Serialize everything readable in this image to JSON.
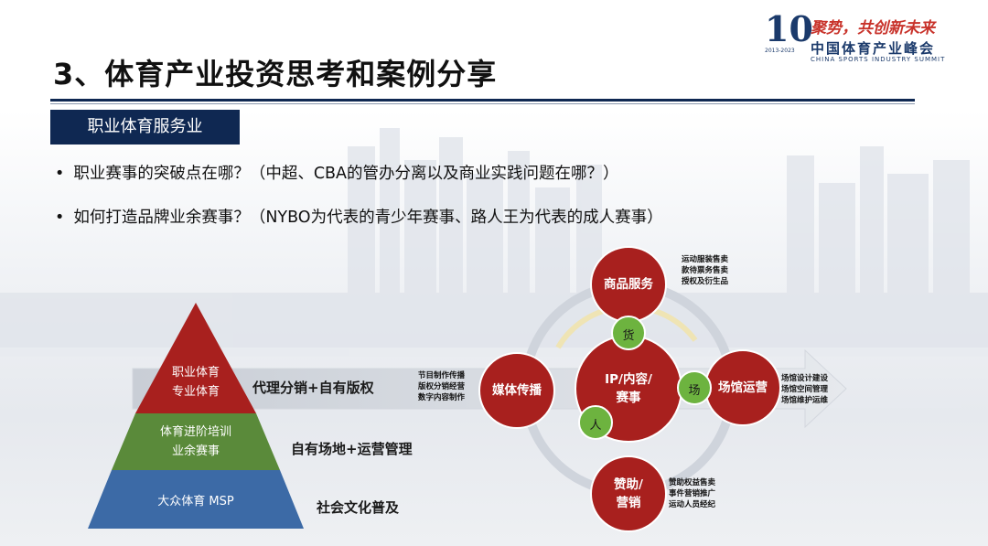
{
  "header": {
    "title": "3、体育产业投资思考和案例分享",
    "logo": {
      "number": "10",
      "years": "2013-2023",
      "slogan": "聚势，共创新未来",
      "name_cn": "中国体育产业峰会",
      "name_en": "CHINA SPORTS INDUSTRY SUMMIT"
    }
  },
  "section_badge": "职业体育服务业",
  "bullets": [
    "职业赛事的突破点在哪？（中超、CBA的管办分离以及商业实践问题在哪？）",
    "如何打造品牌业余赛事？（NYBO为代表的青少年赛事、路人王为代表的成人赛事）"
  ],
  "pyramid": {
    "top": [
      "职业体育",
      "专业体育"
    ],
    "middle": [
      "体育进阶培训",
      "业余赛事"
    ],
    "bottom": "大众体育 MSP",
    "labels": [
      "代理分销+自有版权",
      "自有场地+运营管理",
      "社会文化普及"
    ]
  },
  "diagram": {
    "center": [
      "IP/内容/",
      "赛事"
    ],
    "top": "商品服务",
    "left": "媒体传播",
    "right": "场馆运营",
    "bottom": [
      "赞助/",
      "营销"
    ],
    "connectors": {
      "goods": "货",
      "venue": "场",
      "people": "人"
    },
    "notes": {
      "top": [
        "运动服装售卖",
        "款待票务售卖",
        "授权及衍生品"
      ],
      "left": [
        "节目制作传播",
        "版权分销经营",
        "数字内容制作"
      ],
      "right": [
        "场馆设计建设",
        "场馆空间管理",
        "场馆维护运维"
      ],
      "bottom": [
        "赞助权益售卖",
        "事件营销推广",
        "运动人员经纪"
      ]
    }
  },
  "colors": {
    "navy": "#0f2852",
    "red": "#a8201e",
    "green": "#6db33f",
    "pyramid_top": "#a8201e",
    "pyramid_mid": "#5a8a3a",
    "pyramid_bottom": "#3c6aa6"
  }
}
